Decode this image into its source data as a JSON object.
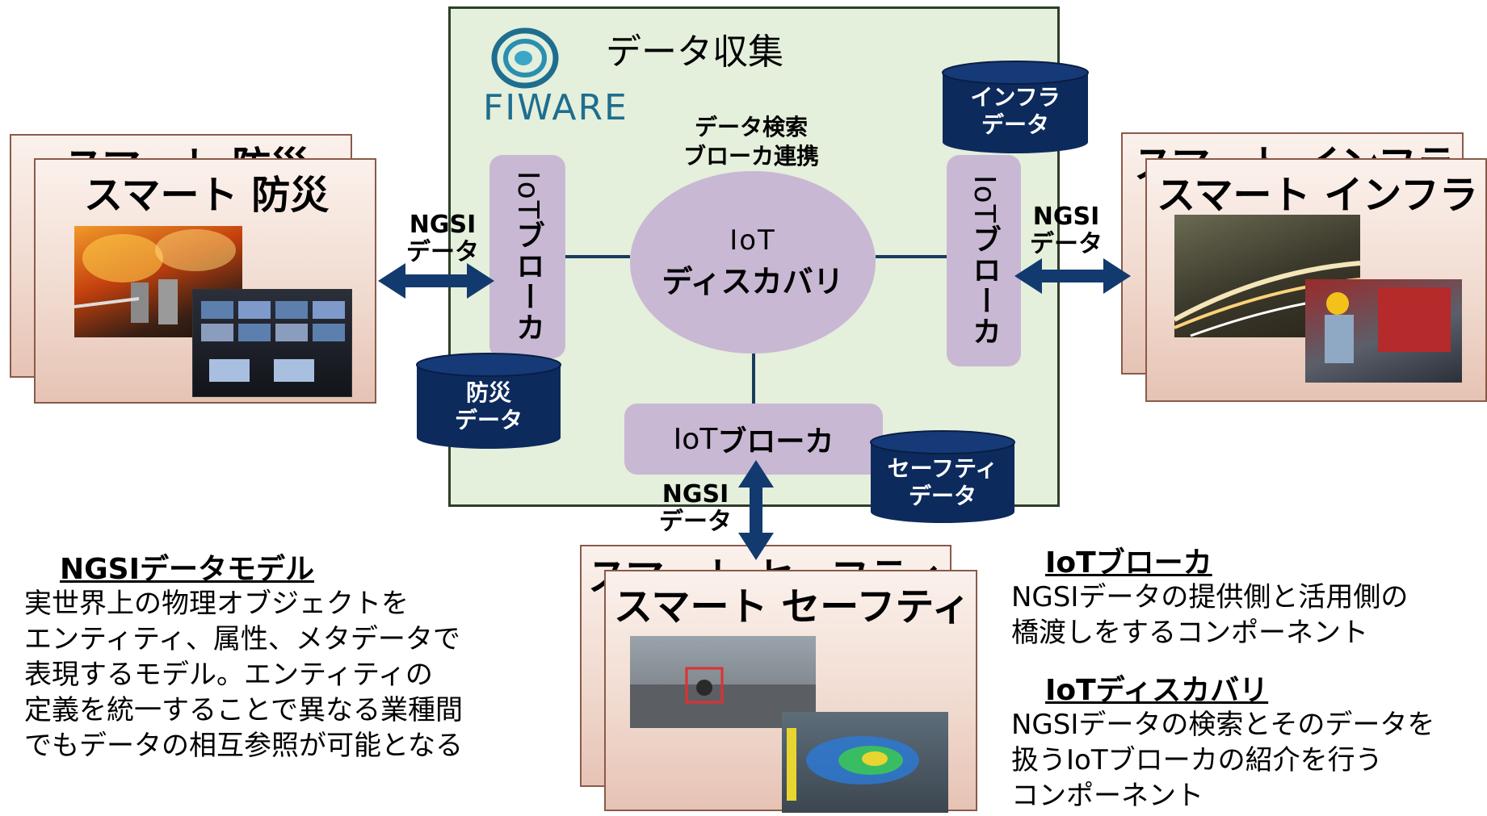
{
  "center": {
    "title": "データ収集",
    "logo_text": "FIWARE",
    "search_label_line1": "データ検索",
    "search_label_line2": "ブローカ連携",
    "discovery_line1": "IoT",
    "discovery_line2": "ディスカバリ"
  },
  "brokers": {
    "left_prefix": "IoT",
    "left_suffix": "ブローカ",
    "right_prefix": "IoT",
    "right_suffix": "ブローカ",
    "bottom_prefix": "IoT",
    "bottom_suffix": "ブローカ"
  },
  "databases": {
    "disaster_line1": "防災",
    "disaster_line2": "データ",
    "infra_line1": "インフラ",
    "infra_line2": "データ",
    "safety_line1": "セーフティ",
    "safety_line2": "データ"
  },
  "ngsi_links": {
    "left_line1": "NGSI",
    "left_line2": "データ",
    "right_line1": "NGSI",
    "right_line2": "データ",
    "bottom_line1": "NGSI",
    "bottom_line2": "データ"
  },
  "cards": {
    "disaster_title": "スマート 防災",
    "infra_title": "スマート インフラ",
    "safety_title": "スマート セーフティ"
  },
  "notes": {
    "ngsi_model_head": "NGSIデータモデル",
    "ngsi_model_lines": [
      "実世界上の物理オブジェクトを",
      "エンティティ、属性、メタデータで",
      "表現するモデル。エンティティの",
      "定義を統一することで異なる業種間",
      "でもデータの相互参照が可能となる"
    ],
    "broker_head": "IoTブローカ",
    "broker_lines": [
      "NGSIデータの提供側と活用側の",
      "橋渡しをするコンポーネント"
    ],
    "discovery_head": "IoTディスカバリ",
    "discovery_lines": [
      "NGSIデータの検索とそのデータを",
      "扱うIoTブローカの紹介を行う",
      "コンポーネント"
    ]
  },
  "colors": {
    "center_bg": "#e4efdc",
    "broker_fill": "#c8b8d4",
    "cylinder_fill": "#0d2a5c",
    "arrow": "#123a6e"
  }
}
